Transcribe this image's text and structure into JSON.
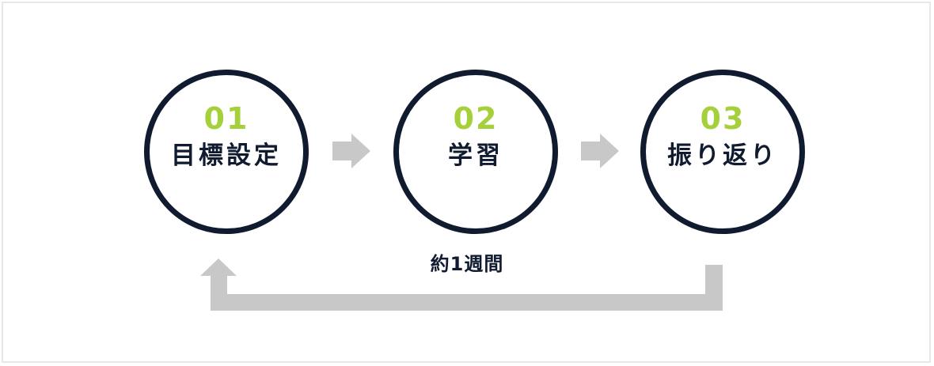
{
  "steps": [
    {
      "number": "01",
      "label": "目標設定"
    },
    {
      "number": "02",
      "label": "学習"
    },
    {
      "number": "03",
      "label": "振り返り"
    }
  ],
  "cycle": {
    "label": "約1週間"
  },
  "colors": {
    "circle_border": "#101b30",
    "number": "#a5d03b",
    "label": "#101b30",
    "arrow": "#c8c8c8",
    "frame_border": "#e8e8e8"
  },
  "icons": {
    "step_arrow": "arrow-right-icon",
    "return_arrow": "loop-back-arrow-icon"
  }
}
